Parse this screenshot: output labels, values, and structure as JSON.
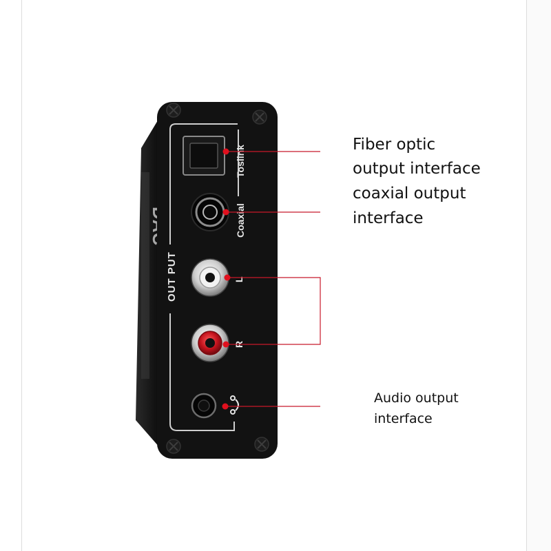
{
  "device": {
    "panel_label": "OUT PUT",
    "port_labels": {
      "toslink": "Toslink",
      "coaxial": "Coaxial",
      "left": "L",
      "right": "R"
    },
    "headphone_icon": "headphone-icon",
    "side_print": "DAC"
  },
  "callouts": [
    {
      "id": "fiber",
      "lines": [
        "Fiber optic",
        "output interface"
      ]
    },
    {
      "id": "coaxial",
      "lines": [
        "coaxial output",
        "interface"
      ]
    },
    {
      "id": "audio",
      "lines": [
        "Audio output",
        "interface"
      ]
    }
  ],
  "colors": {
    "callout_line": "#c8192a",
    "marker_dot": "#e0101e",
    "device_body": "#121212",
    "panel_border": "#cfcfcf",
    "rca_red": "#c2121c"
  }
}
